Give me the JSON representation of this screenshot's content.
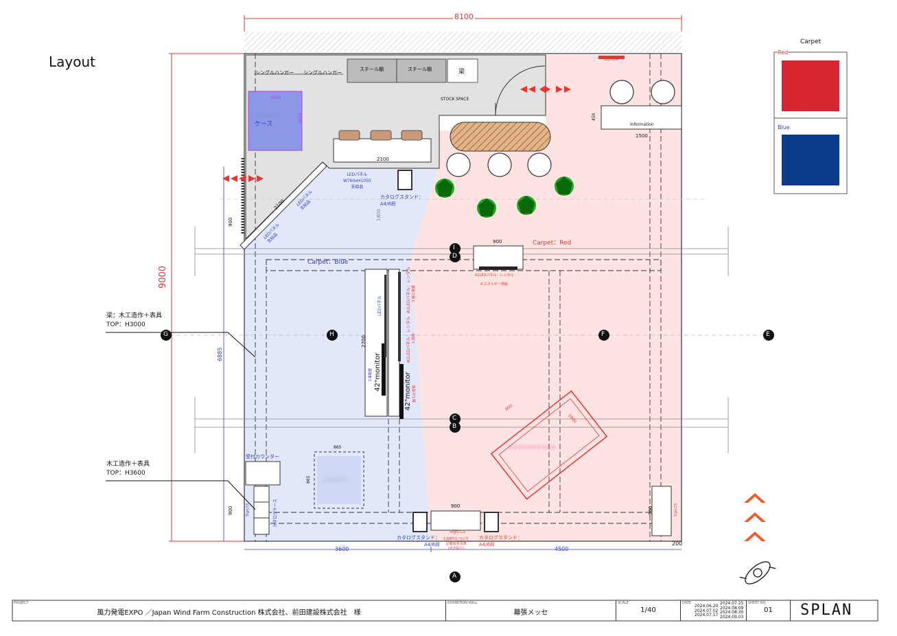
{
  "page_title": "Layout",
  "dimensions": {
    "width_total": "8100",
    "height_total": "9000",
    "left_inner": "6885",
    "bottom_left": "3600",
    "bottom_right": "4500",
    "bottom_edge": "200",
    "left_900_a": "900",
    "left_900_b": "900",
    "right_900": "900",
    "counter_2100": "2100",
    "diag_2100": "2100",
    "case_w": "1020",
    "case_h": "1020",
    "info_450": "450",
    "info_1500": "1500",
    "mid_900": "900",
    "bottom_900": "900",
    "center_1800": "1800",
    "wall_2700": "2700",
    "tv_865_w": "865",
    "tv_865_h": "865",
    "diag_900": "900",
    "diag_1800": "1800"
  },
  "carpet": {
    "title": "Carpet",
    "red_label": "Red",
    "blue_label": "Blue",
    "red_color": "#d72631",
    "blue_color": "#0b3c8c",
    "zone_red": "Carpet：Red",
    "zone_blue": "Carpet：Blue"
  },
  "labels": {
    "hanger1": "シングルハンガー",
    "hanger2": "シングルハンガー",
    "steel1": "スチール棚",
    "steel2": "スチール棚",
    "beam_kanji": "梁",
    "stock": "STOCK SPACE",
    "case": "ケース",
    "sign_dm": "Sign:DM",
    "information": "Information",
    "led_panel_1": "LEDパネル",
    "led_panel_1b": "W760xH1050",
    "led_panel_1c": "支給品",
    "catalog_1": "カタログスタンド：",
    "catalog_1b": "A4/6段",
    "led_diag_1": "LEDパネル",
    "led_diag_1b": "支給品",
    "led_diag_2": "LEDパネル",
    "led_diag_2b": "支給品",
    "wall_note1": "梁：木工造作＋表具",
    "wall_note1b": "TOP：H3000",
    "wall_note2": "木工造作＋表具",
    "wall_note2b": "TOP：H3600",
    "led_panel_v": "LEDパネル",
    "a1_led_rent": "A1LEDパネル：レンタル",
    "a1_led_rent2": "A1LEDパネル：レンタル",
    "energy": "4.エネルギー供給",
    "reg_num1": "3.施工実績",
    "reg_num2": "2.技術",
    "monitor1": "42\"monitor",
    "monitor2": "42\"monitor",
    "monitor2_note": "施工の現場",
    "construction": "工事概要",
    "reception": "受付カウンター",
    "sign_cs_1": "Sign:CS",
    "catalog_case": "カタログケース",
    "sign_cs_2": "Sign:CS",
    "sign_cs_3": "Sign:CS",
    "catalog_2": "カタログスタンド：",
    "catalog_2b": "A4/6段",
    "catalog_3": "カタログスタンド：",
    "catalog_3b": "A4/6段",
    "jwfc": "1.JWFCについて",
    "jwfc_b": "記者会見写真",
    "jwfc_c": "(出力貼り)"
  },
  "section_markers": [
    "A",
    "B",
    "C",
    "D",
    "E",
    "F",
    "G",
    "H",
    "I"
  ],
  "title_block": {
    "project_label": "PROJECT",
    "project_value": "風力発電EXPO ／Japan Wind Farm Construction 株式会社、前田建設株式会社　様",
    "hall_label": "EXHIBITION HALL",
    "hall_value": "幕張メッセ",
    "scale_label": "SCALE",
    "scale_value": "1/40",
    "date_label": "DATE",
    "dates_col1": [
      "2024.06.20",
      "2024.07.02",
      "2024.07.17"
    ],
    "dates_col2": [
      "2024.07.25",
      "2024.08.09",
      "2024.08.30",
      "2024.09.03"
    ],
    "sheet_label": "SHEET NO.",
    "sheet_value": "01",
    "brand": "SPLAN"
  }
}
